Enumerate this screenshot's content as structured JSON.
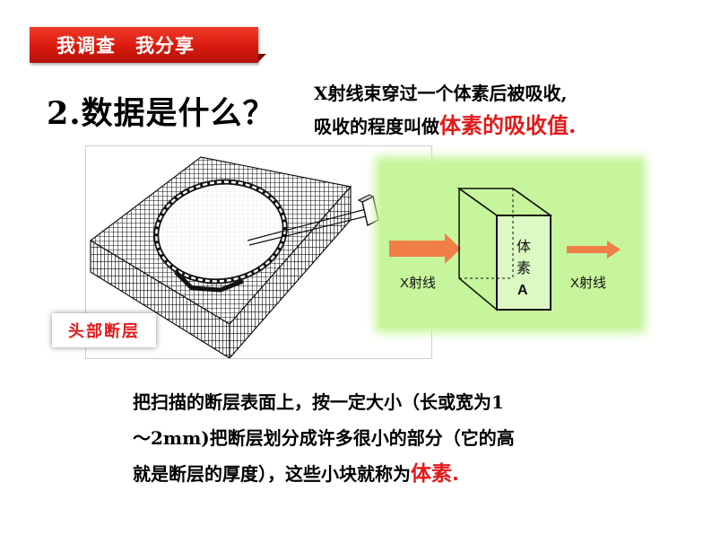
{
  "banner": {
    "label": "我调查　我分享"
  },
  "heading": "2.数据是什么？",
  "definition": {
    "line1": "X射线束穿过一个体素后被吸收,",
    "line2_prefix": "吸收的程度叫做",
    "line2_emph": "体素的吸收值",
    "line2_suffix": "."
  },
  "figure": {
    "voxel_label_1": "体",
    "voxel_label_2": "素",
    "voxel_label_3": "A",
    "xray_in": "X射线",
    "xray_out": "X射线",
    "head_slice_label": "头部断层"
  },
  "paragraph": {
    "line1": "把扫描的断层表面上，按一定大小（长或宽为1",
    "line2": "～2mm)把断层划分成许多很小的部分（它的高",
    "line3_prefix": "就是断层的厚度），这些小块就称为",
    "line3_emph": "体素",
    "line3_suffix": "."
  },
  "colors": {
    "banner_red": "#d91b0e",
    "emphasis_red": "#e31a1a",
    "panel_green": "#c6f59b",
    "arrow_orange": "#ef7f47"
  }
}
